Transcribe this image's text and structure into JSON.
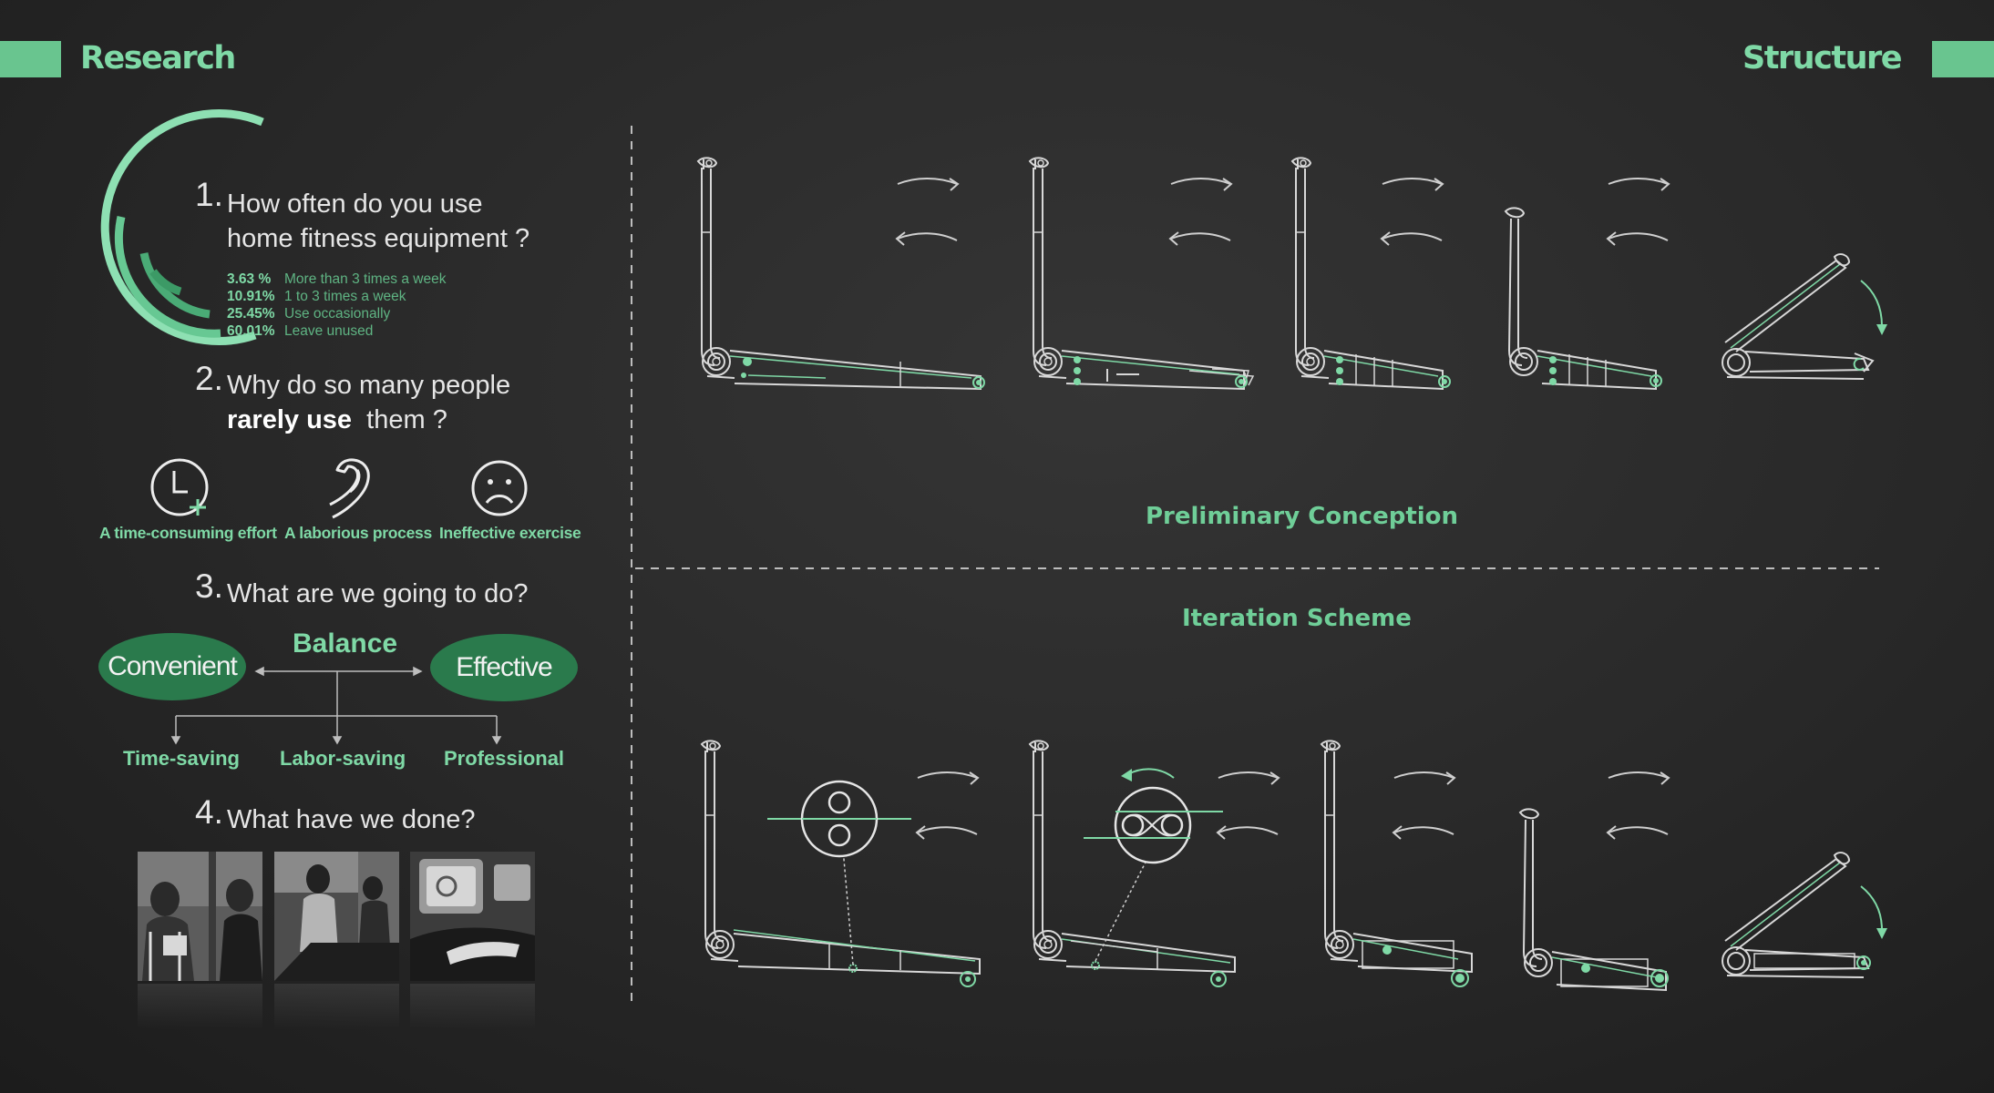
{
  "header": {
    "left_title": "Research",
    "right_title": "Structure"
  },
  "colors": {
    "accent": "#7fd9a6",
    "accent_dark": "#2a7a4c",
    "background": "#262626",
    "line": "#d8d8d8"
  },
  "q1": {
    "number": "1.",
    "line1": "How often do you use",
    "line2": "home fitness equipment ?",
    "stats": [
      {
        "pct": "3.63  %",
        "label": "More than 3 times a week",
        "value": 3.63
      },
      {
        "pct": "10.91%",
        "label": "1 to 3 times a week",
        "value": 10.91
      },
      {
        "pct": "25.45%",
        "label": "Use occasionally",
        "value": 25.45
      },
      {
        "pct": "60.01%",
        "label": "Leave unused",
        "value": 60.01
      }
    ]
  },
  "q2": {
    "number": "2.",
    "line1": "Why do so many people",
    "bold": "rarely use",
    "line2_rest": "them ?",
    "reasons": [
      {
        "label": "A time-consuming effort",
        "icon": "clock-plus-icon"
      },
      {
        "label": "A laborious process",
        "icon": "muscle-arm-icon"
      },
      {
        "label": "Ineffective exercise",
        "icon": "sad-face-icon"
      }
    ]
  },
  "q3": {
    "number": "3.",
    "text": "What are we going to do?",
    "left": "Convenient",
    "center": "Balance",
    "right": "Effective",
    "leaves": [
      "Time-saving",
      "Labor-saving",
      "Professional"
    ]
  },
  "q4": {
    "number": "4.",
    "text": "What have we done?"
  },
  "structure": {
    "top_title": "Preliminary Conception",
    "bottom_title": "Iteration Scheme"
  }
}
